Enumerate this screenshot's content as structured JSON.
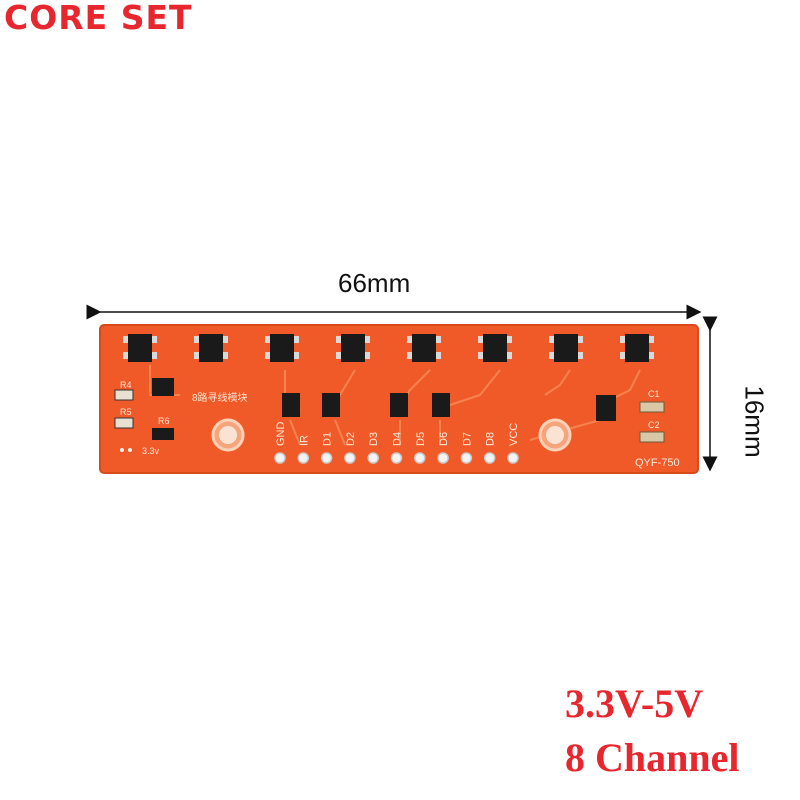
{
  "brand": {
    "name": "CORE SET"
  },
  "dimensions": {
    "width_label": "66mm",
    "height_label": "16mm"
  },
  "board": {
    "title_cn": "8路寻线模块",
    "model": "QYF-750",
    "voltage_label": "3.3v",
    "component_labels": [
      "R4",
      "R5",
      "R6",
      "C1",
      "C2"
    ],
    "pins": [
      "GND",
      "IR",
      "D1",
      "D2",
      "D3",
      "D4",
      "D5",
      "D6",
      "D7",
      "D8",
      "VCC"
    ],
    "sensor_count": 8
  },
  "specs": {
    "voltage": "3.3V-5V",
    "channels": "8 Channel"
  },
  "colors": {
    "brand": "#e8262d",
    "pcb": "#f05a28",
    "pcb_edge": "#d84a1c",
    "sensor": "#1a1a1a",
    "pad": "#d9d9d9"
  }
}
